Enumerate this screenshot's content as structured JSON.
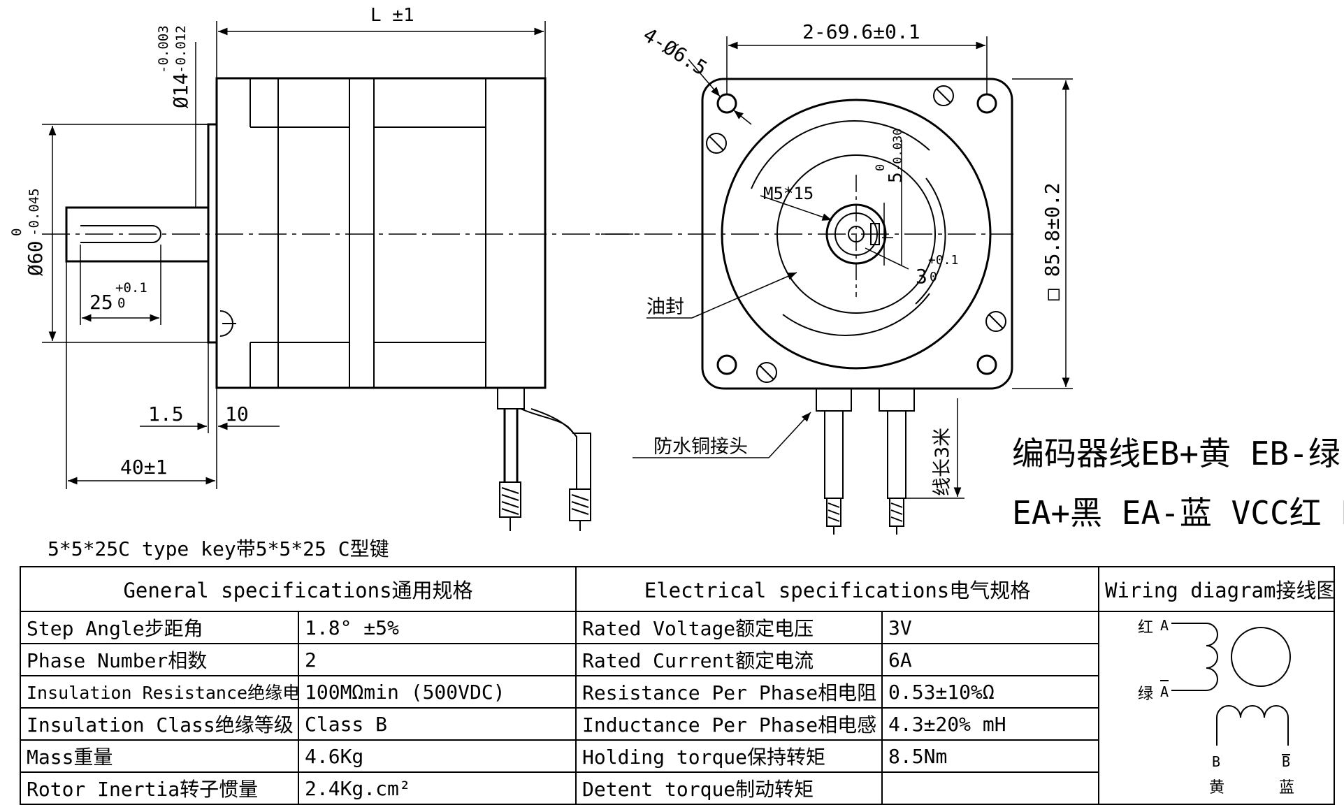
{
  "side_view": {
    "length_label": "L ±1",
    "shaft_tol_label": "Ø14-0.003/-0.012",
    "shaft_tol_main": "Ø14",
    "shaft_tol_upper": "-0.003",
    "shaft_tol_lower": "-0.012",
    "flange_main": "Ø60",
    "flange_upper": "0",
    "flange_lower": "-0.045",
    "key_len_main": "25",
    "key_len_sup": "+0.1",
    "key_len_sub": "0",
    "dim_1_5": "1.5",
    "dim_10": "10",
    "dim_40": "40±1"
  },
  "front_view": {
    "holes_label": "4-Ø6.5",
    "spacing_label": "2-69.6±0.1",
    "square_label": "□ 85.8±0.2",
    "thread_label": "M5*15",
    "keyway_main": "5",
    "keyway_upper": "0",
    "keyway_lower": "-0.030",
    "keydepth_main": "3",
    "keydepth_sup": "+0.1",
    "keydepth_sub": "0",
    "oil_seal": "油封",
    "connector": "防水铜接头",
    "cable_length": "线长3米"
  },
  "encoder": {
    "line1": "编码器线EB+黄 EB-绿",
    "line2": "EA+黑 EA-蓝 VCC红 EGND白"
  },
  "key_note": "5*5*25C type key带5*5*25 C型键",
  "table": {
    "general_header": "General specifications通用规格",
    "electrical_header": "Electrical specifications电气规格",
    "wiring_header": "Wiring diagram接线图",
    "general": [
      {
        "label": "Step Angle步距角",
        "value": "1.8° ±5%"
      },
      {
        "label": "Phase Number相数",
        "value": "2"
      },
      {
        "label": "Insulation Resistance绝缘电阻",
        "value": "100MΩmin (500VDC)"
      },
      {
        "label": "Insulation Class绝缘等级",
        "value": "Class B"
      },
      {
        "label": "Mass重量",
        "value": "4.6Kg"
      },
      {
        "label": "Rotor Inertia转子惯量",
        "value": "2.4Kg.cm²"
      }
    ],
    "electrical": [
      {
        "label": "Rated Voltage额定电压",
        "value": "3V"
      },
      {
        "label": "Rated Current额定电流",
        "value": "6A"
      },
      {
        "label": "Resistance Per Phase相电阻",
        "value": "0.53±10%Ω"
      },
      {
        "label": "Inductance Per Phase相电感",
        "value": "4.3±20% mH"
      },
      {
        "label": "Holding torque保持转矩",
        "value": "8.5Nm"
      },
      {
        "label": "Detent torque制动转矩",
        "value": ""
      }
    ]
  },
  "wiring": {
    "red": "红",
    "green": "绿",
    "a": "A",
    "a_bar": "A",
    "b": "B",
    "b_bar": "B",
    "yellow": "黄",
    "blue": "蓝"
  }
}
